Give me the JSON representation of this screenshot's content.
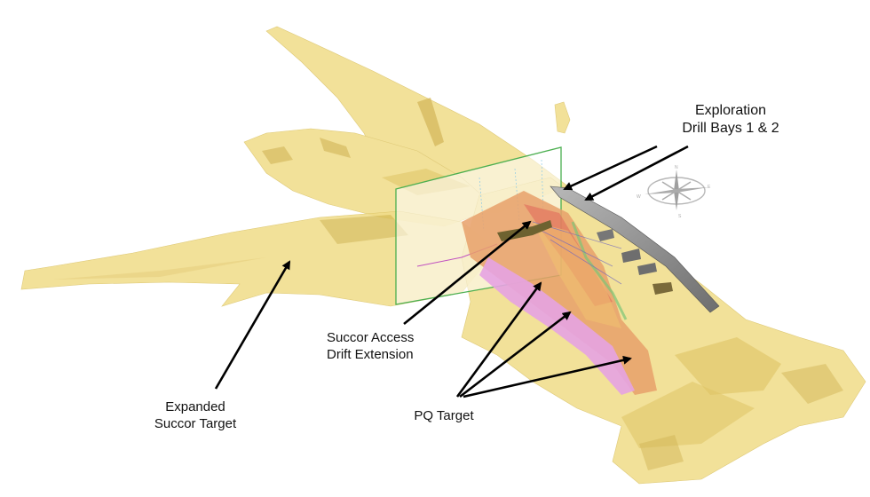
{
  "diagram": {
    "type": "3D geological model with annotations",
    "colors": {
      "envelope": "#efd97a",
      "envelope_dark": "#c9a93a",
      "section_border": "#4caf50",
      "drift": "#8a8a8a",
      "geology_pink": "#e9a7e6",
      "geology_orange": "#e89a4a",
      "geology_red": "#e06a5a",
      "arrow": "#000000"
    },
    "labels": {
      "exploration_bays": {
        "line1": "Exploration",
        "line2": "Drill Bays 1 & 2"
      },
      "succor_access": {
        "line1": "Succor Access",
        "line2": "Drift Extension"
      },
      "expanded_succor": {
        "line1": "Expanded",
        "line2": "Succor Target"
      },
      "pq_target": {
        "line1": "PQ Target"
      }
    },
    "compass": {
      "icon": "compass-rose-icon",
      "directions": [
        "N",
        "E",
        "S",
        "W"
      ]
    }
  }
}
